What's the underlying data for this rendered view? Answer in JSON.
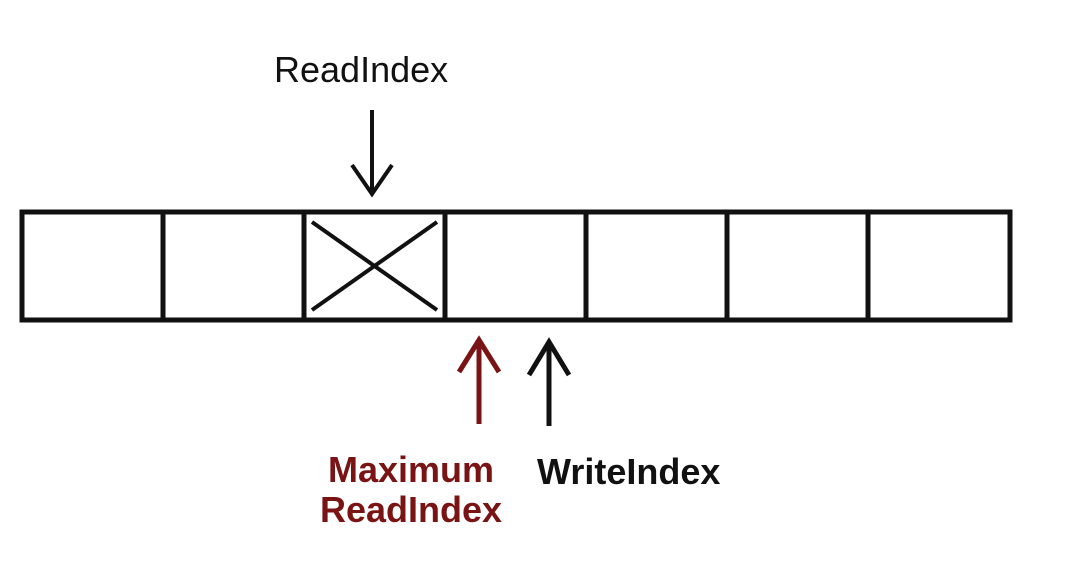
{
  "colors": {
    "ink": "#111111",
    "max_read": "#7a1414"
  },
  "buffer": {
    "slot_count": 7,
    "marked_slot": 3
  },
  "labels": {
    "read_index": "ReadIndex",
    "max_read_index_line1": "Maximum",
    "max_read_index_line2": "ReadIndex",
    "write_index": "WriteIndex"
  }
}
